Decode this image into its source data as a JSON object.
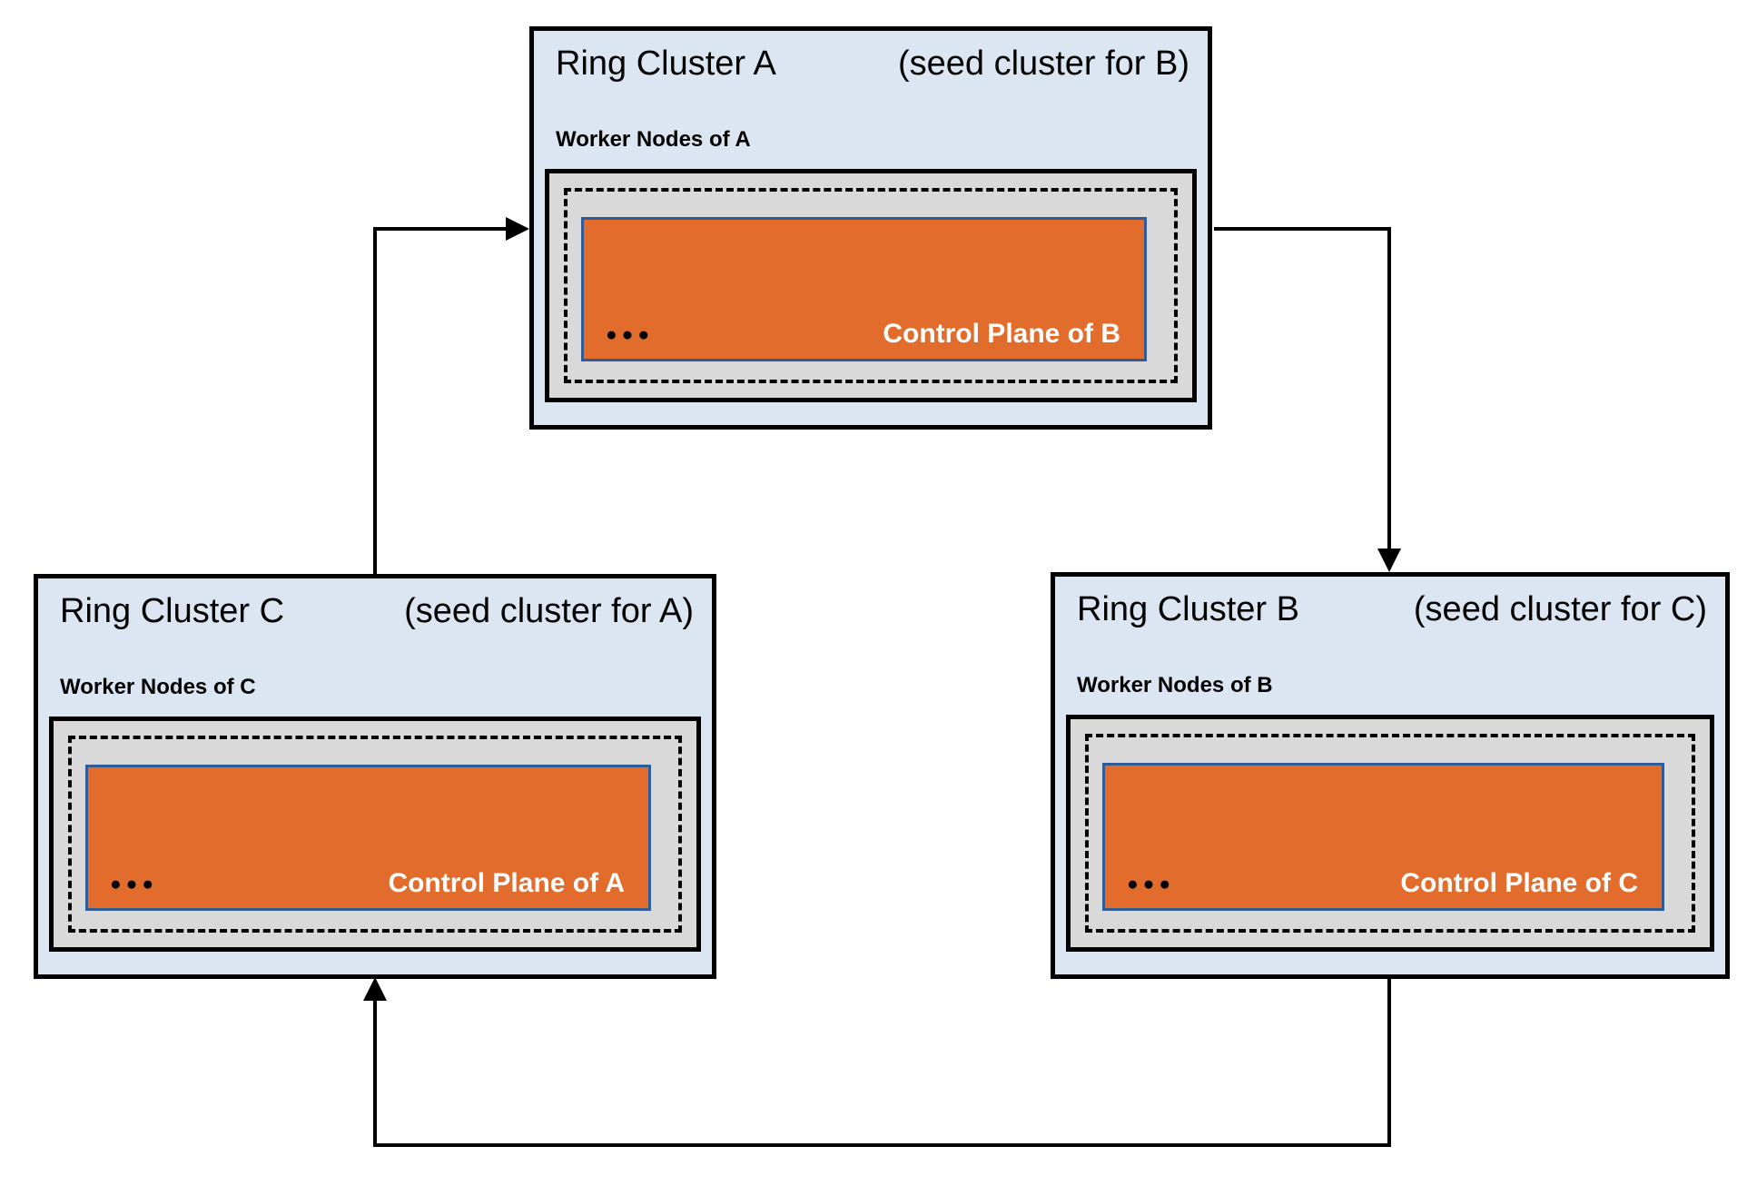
{
  "colors": {
    "cluster_fill": "#dbe6f2",
    "node_box_fill": "#d9d9d9",
    "control_plane_fill": "#e16c2c",
    "control_plane_border": "#2f5b96",
    "line": "#000000"
  },
  "clusters": [
    {
      "id": "A",
      "title": "Ring Cluster A",
      "seed_note": "(seed cluster for B)",
      "worker_label": "Worker Nodes of A",
      "control_plane_label": "Control Plane of B",
      "dots": "●●●"
    },
    {
      "id": "B",
      "title": "Ring Cluster B",
      "seed_note": "(seed cluster for C)",
      "worker_label": "Worker Nodes of B",
      "control_plane_label": "Control Plane of C",
      "dots": "●●●"
    },
    {
      "id": "C",
      "title": "Ring Cluster C",
      "seed_note": "(seed cluster for A)",
      "worker_label": "Worker Nodes of C",
      "control_plane_label": "Control Plane of A",
      "dots": "●●●"
    }
  ],
  "arrows": [
    {
      "from": "Ring Cluster C",
      "to": "Ring Cluster A"
    },
    {
      "from": "Ring Cluster A",
      "to": "Ring Cluster B"
    },
    {
      "from": "Ring Cluster B",
      "to": "Ring Cluster C"
    }
  ]
}
